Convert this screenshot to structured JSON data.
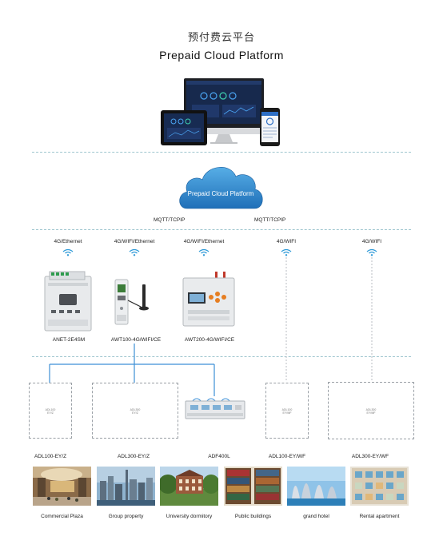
{
  "header": {
    "title_cn": "预付费云平台",
    "title_en": "Prepaid Cloud Platform"
  },
  "cloud": {
    "label": "Prepaid Cloud Platform"
  },
  "protocols": [
    "MQTT/TCPIP",
    "MQTT/TCPIP"
  ],
  "gateways": [
    {
      "conn": "4G/Ethernet",
      "model": "ANET-2E4SM"
    },
    {
      "conn": "4G/WIFI/Ethernet",
      "model": "AWT100-4G/WIFI/CE"
    },
    {
      "conn": "4G/WIFI/Ethernet",
      "model": "AWT200-4G/WIFI/CE"
    },
    {
      "conn": "4G/WIFI"
    },
    {
      "conn": "4G/WIFI"
    }
  ],
  "meters": [
    {
      "model": "ADL100-EY/Z"
    },
    {
      "model": "ADL300-EY/Z"
    },
    {
      "model": "ADF400L"
    },
    {
      "model": "ADL100-EY/WF"
    },
    {
      "model": "ADL300-EY/WF"
    }
  ],
  "scenarios": [
    {
      "label": "Commercial Plaza"
    },
    {
      "label": "Group property"
    },
    {
      "label": "University dormitory"
    },
    {
      "label": "Public buildings"
    },
    {
      "label": "grand hotel"
    },
    {
      "label": "Rental apartment"
    }
  ],
  "colors": {
    "cloud": "#2b86c8",
    "wire": "#3d8fd6",
    "wifi": "#2f9ad8",
    "separator": "#9fc6cf"
  }
}
